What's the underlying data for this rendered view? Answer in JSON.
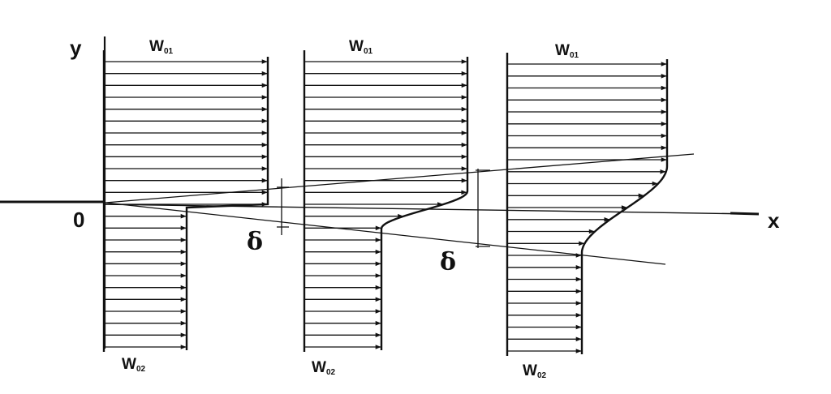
{
  "axes": {
    "y_label": "y",
    "x_label": "x",
    "origin_label": "0"
  },
  "delta_symbol": "δ",
  "profiles": [
    {
      "top_label": "W",
      "top_sub": "01",
      "bottom_label": "W",
      "bottom_sub": "02"
    },
    {
      "top_label": "W",
      "top_sub": "01",
      "bottom_label": "W",
      "bottom_sub": "02"
    },
    {
      "top_label": "W",
      "top_sub": "01",
      "bottom_label": "W",
      "bottom_sub": "02"
    }
  ]
}
